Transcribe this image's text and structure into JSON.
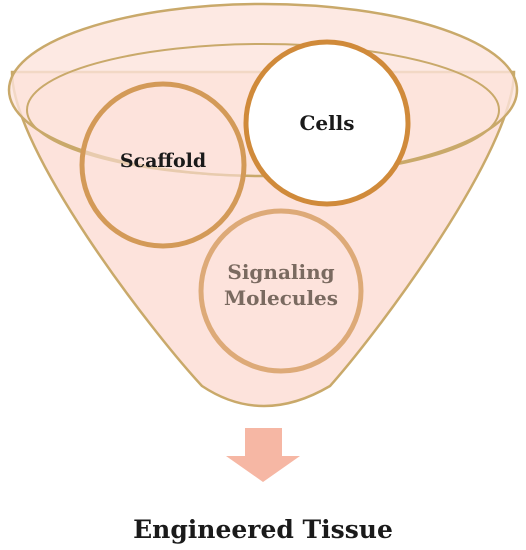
{
  "funnel": {
    "inputs": [
      {
        "id": "cells",
        "label": "Cells"
      },
      {
        "id": "scaffold",
        "label": "Scaffold"
      },
      {
        "id": "signaling",
        "label_lines": [
          "Signaling",
          "Molecules"
        ]
      }
    ]
  },
  "output": {
    "label": "Engineered Tissue"
  },
  "colors": {
    "funnel_fill": "#fde3dc",
    "funnel_stroke": "#c9a96a",
    "cells_ring": "#d08a3a",
    "scaffold_ring": "#d39a58",
    "signaling_ring": "#ddaa78",
    "arrow": "#f6b7a4",
    "dark_text": "#1a1a1a",
    "signaling_text": "#7a6a60"
  }
}
